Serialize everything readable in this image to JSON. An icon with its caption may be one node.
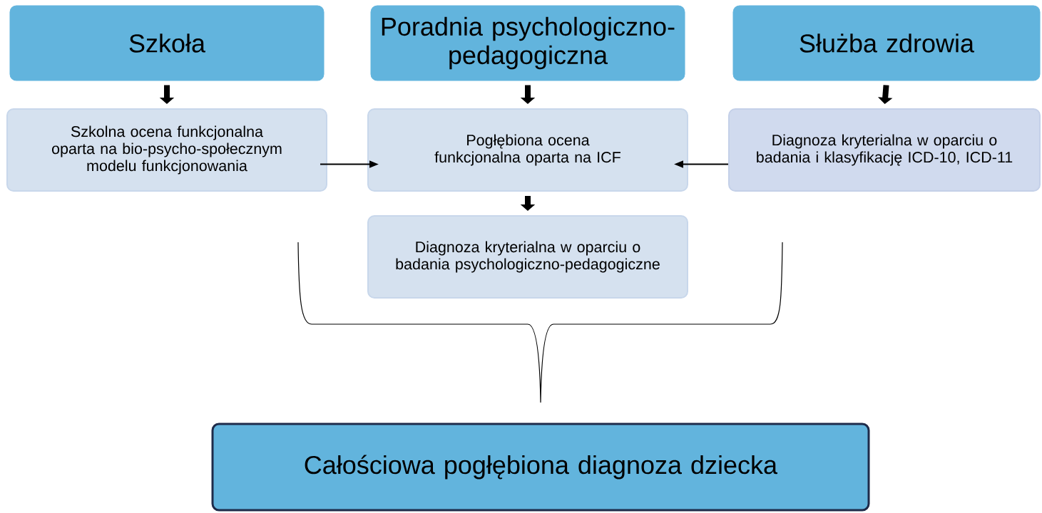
{
  "diagram": {
    "nodes": [
      {
        "text": [
          "Szkoła"
        ]
      },
      {
        "text": [
          "Poradnia psychologiczno-pedagogiczna"
        ]
      },
      {
        "text": [
          "Służba zdrowia"
        ]
      },
      {
        "text": [
          "Szkolna ocena funkcjonalna oparta na bio-psycho-społecznym modelu funkcjonowania"
        ]
      },
      {
        "text": [
          "Pogłębiona ocena funkcjonalna oparta na ICF"
        ]
      },
      {
        "text": [
          "Diagnoza kryterialna w oparciu o badania i klasyfikację ICD-10, ICD-11"
        ]
      },
      {
        "text": [
          "Diagnoza kryterialna w oparciu o badania psychologiczno-pedagogiczne"
        ]
      },
      {
        "text": [
          "Całościowa pogłębiona diagnoza dziecka"
        ]
      }
    ],
    "edges": [
      {
        "from": 0,
        "to": 3,
        "arrow": "to"
      },
      {
        "from": 1,
        "to": 4,
        "arrow": "to"
      },
      {
        "from": 2,
        "to": 5,
        "arrow": "to"
      },
      {
        "from": 3,
        "to": 4,
        "arrow": "to"
      },
      {
        "from": 5,
        "to": 4,
        "arrow": "to"
      },
      {
        "from": 4,
        "to": 6,
        "arrow": "to"
      }
    ]
  }
}
